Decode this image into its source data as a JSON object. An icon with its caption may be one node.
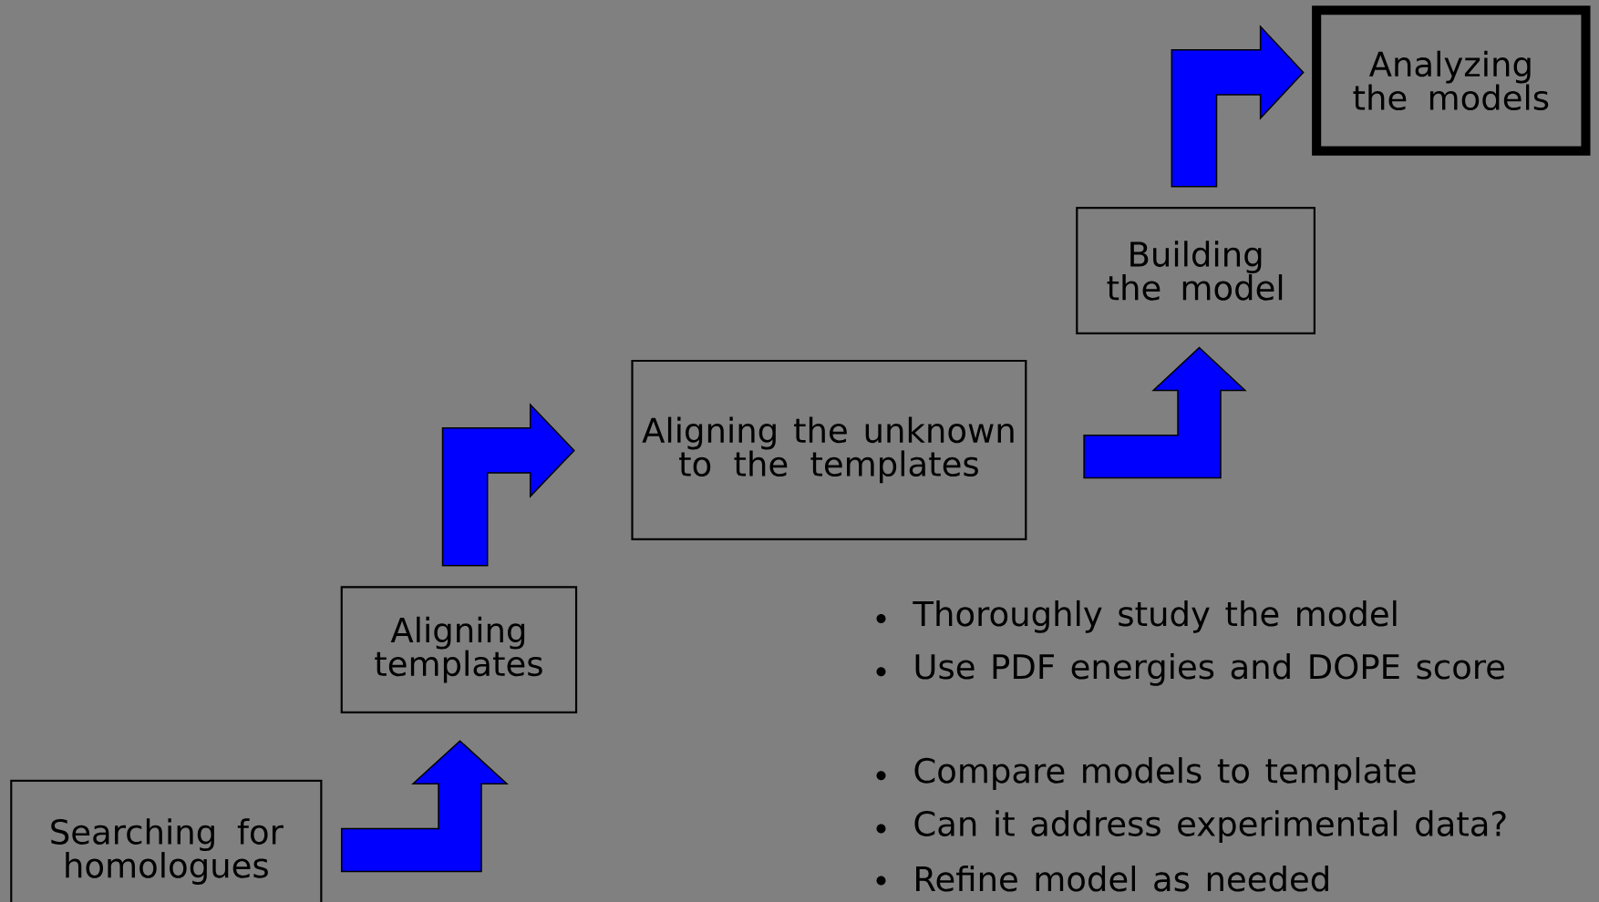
{
  "diagram": {
    "nodes": [
      {
        "text": [
          "Searching for homologues"
        ]
      },
      {
        "text": [
          "Aligning templates"
        ]
      },
      {
        "text": [
          "Aligning the unknown to the templates"
        ]
      },
      {
        "text": [
          "Building the model"
        ]
      },
      {
        "text": [
          "Analyzing the models"
        ]
      }
    ],
    "edges": [
      {
        "from": 0,
        "to": 1,
        "arrow": "to"
      },
      {
        "from": 1,
        "to": 2,
        "arrow": "to"
      },
      {
        "from": 2,
        "to": 3,
        "arrow": "to"
      },
      {
        "from": 3,
        "to": 4,
        "arrow": "to"
      }
    ],
    "labels": [
      "Thoroughly study the model",
      "Use PDF energies and DOPE score",
      "Compare models to template",
      "Can it address experimental data?",
      "Refine model as needed"
    ]
  }
}
